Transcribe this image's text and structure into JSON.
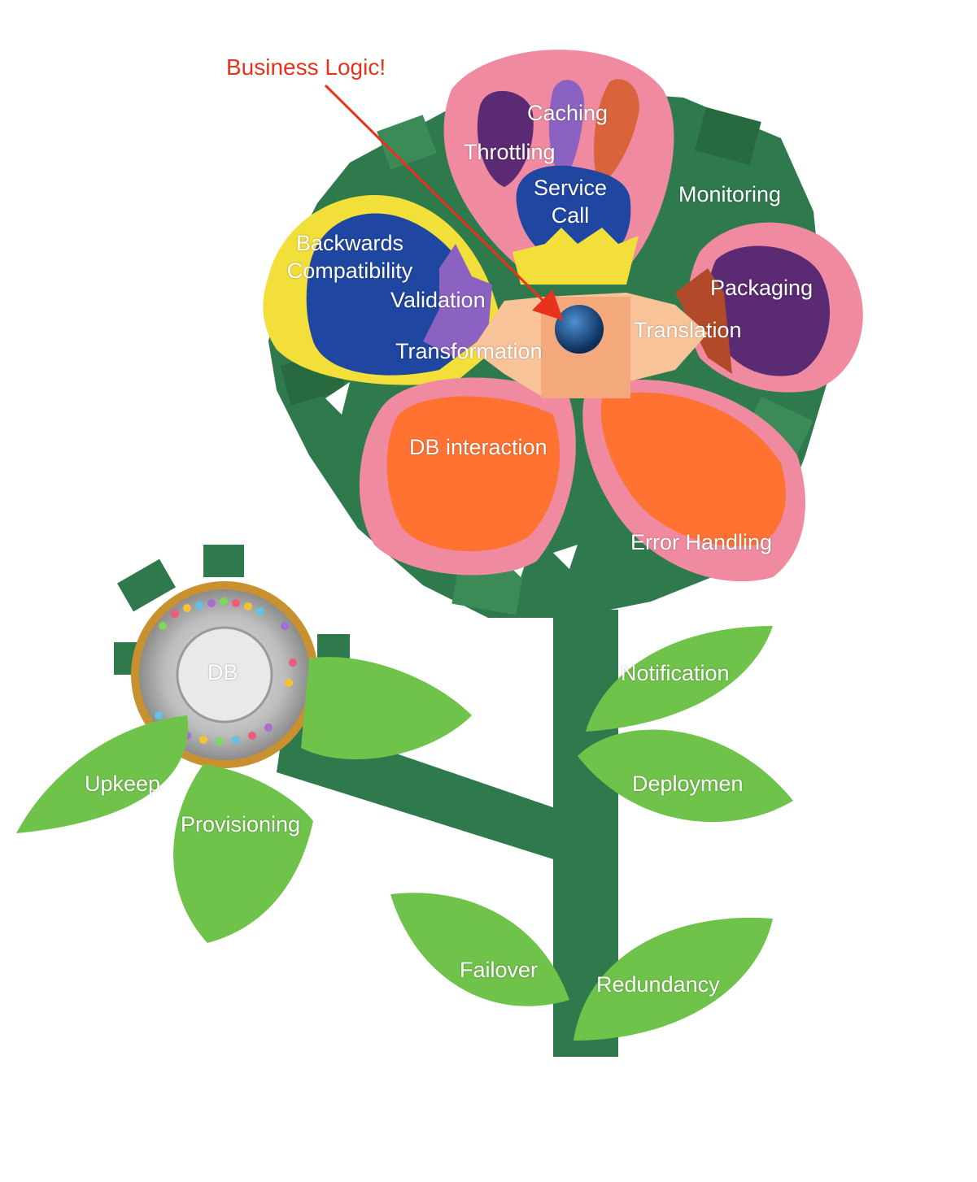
{
  "callout": {
    "text": "Business Logic!",
    "color": "#e8321c"
  },
  "flower_labels": {
    "caching": "Caching",
    "throttling": "Throttling",
    "service_call_line1": "Service",
    "service_call_line2": "Call",
    "monitoring": "Monitoring",
    "backwards_line1": "Backwards",
    "backwards_line2": "Compatibility",
    "validation": "Validation",
    "packaging": "Packaging",
    "translation": "Translation",
    "transformation": "Transformation",
    "db_interaction": "DB interaction",
    "error_handling": "Error Handling"
  },
  "db_flower_labels": {
    "db": "DB",
    "upkeep": "Upkeep",
    "provisioning": "Provisioning"
  },
  "leaf_labels": {
    "notification": "Notification",
    "deployment": "Deploymen",
    "failover": "Failover",
    "redundancy": "Redundancy"
  },
  "colors": {
    "stem": "#2f7a4c",
    "leaf": "#6fc34a",
    "pink": "#ef8aa0",
    "orange": "#ff7232",
    "navy": "#1f46a0",
    "purple": "#5a2a73",
    "yellow": "#f2df3a",
    "lavender": "#8b62c2",
    "peach": "#f9c39a",
    "bead_center": "#1b4f8c"
  }
}
